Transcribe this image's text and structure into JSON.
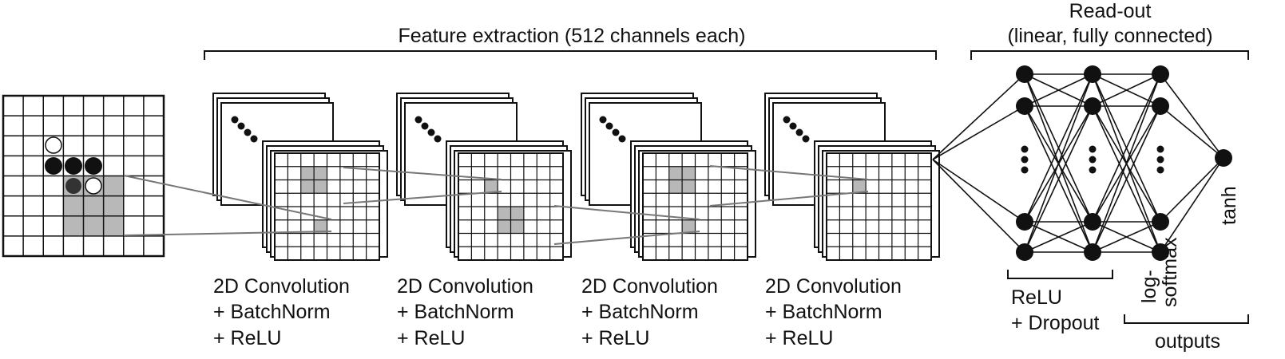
{
  "title_feature": "Feature extraction (512 channels each)",
  "readout": {
    "title_line1": "Read-out",
    "title_line2": "(linear, fully connected)"
  },
  "layers": [
    {
      "line1": "2D Convolution",
      "line2": "+ BatchNorm",
      "line3": "+ ReLU"
    },
    {
      "line1": "2D Convolution",
      "line2": "+ BatchNorm",
      "line3": "+ ReLU"
    },
    {
      "line1": "2D Convolution",
      "line2": "+ BatchNorm",
      "line3": "+ ReLU"
    },
    {
      "line1": "2D Convolution",
      "line2": "+ BatchNorm",
      "line3": "+ ReLU"
    }
  ],
  "hidden_activation": {
    "line1": "ReLU",
    "line2": "+ Dropout"
  },
  "output_labels": {
    "logsoftmax_1": "log-",
    "logsoftmax_2": "softmax",
    "tanh": "tanh"
  },
  "outputs_label": "outputs",
  "colors": {
    "highlight": "#b8b8b8",
    "stroke": "#111111",
    "connector": "#777777"
  }
}
